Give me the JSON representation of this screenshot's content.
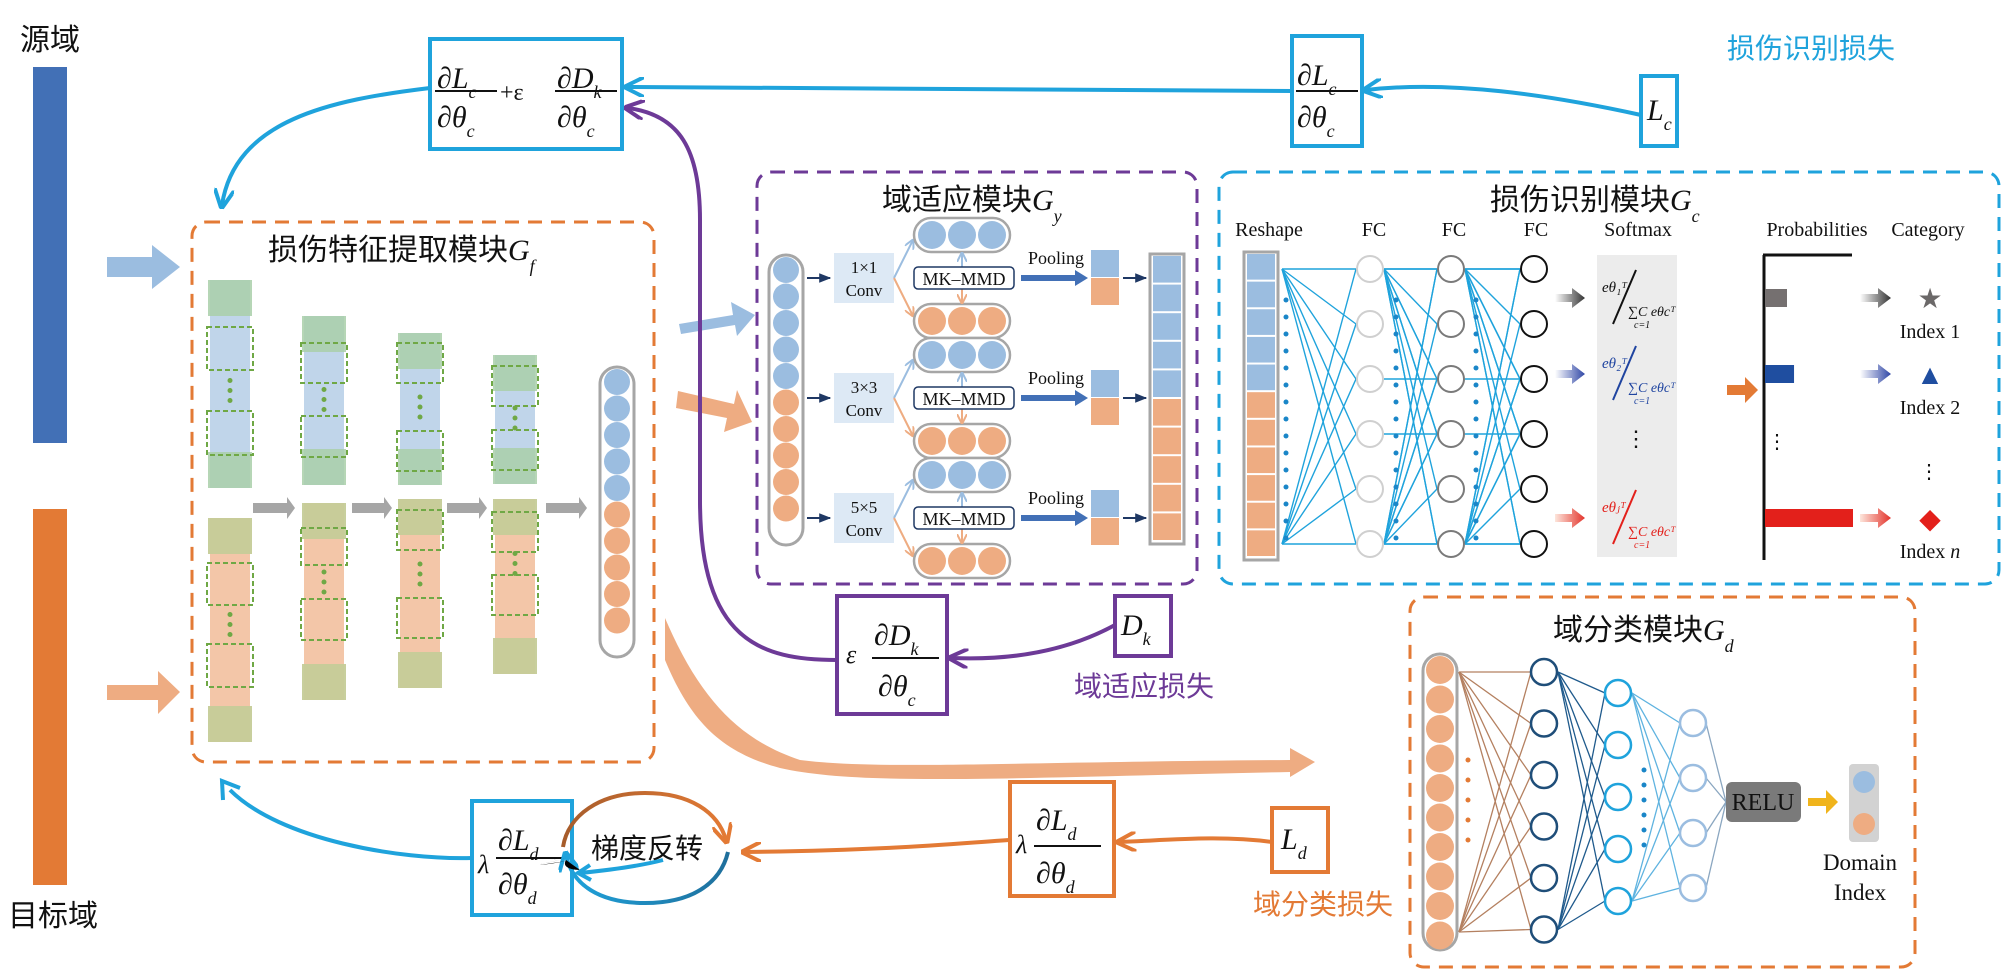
{
  "colors": {
    "source_domain": "#4270b6",
    "target_domain": "#e37a35",
    "source_light": "#9bbde0",
    "target_light": "#eeac82",
    "classify_blue": "#1fa3dc",
    "adapt_purple": "#6d3a97",
    "domain_orange": "#e37a35",
    "feature_green": "#6fa845"
  },
  "domains": {
    "source_label": "源域",
    "target_label": "目标域"
  },
  "losses": {
    "classification_loss_label": "损伤识别损失",
    "classification_loss_symbol": "L",
    "classification_loss_sub": "c",
    "adaptation_loss_label": "域适应损失",
    "adaptation_loss_symbol": "D",
    "adaptation_loss_sub": "k",
    "domain_loss_label": "域分类损失",
    "domain_loss_symbol": "L",
    "domain_loss_sub": "d"
  },
  "gradients": {
    "combined": {
      "num1": "∂L",
      "num1_sub": "c",
      "den": "∂θ",
      "den_sub": "c",
      "op": "+ε",
      "num2": "∂D",
      "num2_sub": "k"
    },
    "classify": {
      "num": "∂L",
      "num_sub": "c",
      "den": "∂θ",
      "den_sub": "c"
    },
    "adapt": {
      "coef": "ε",
      "num": "∂D",
      "num_sub": "k",
      "den": "∂θ",
      "den_sub": "c"
    },
    "domain": {
      "coef": "λ",
      "num": "∂L",
      "num_sub": "d",
      "den": "∂θ",
      "den_sub": "d"
    },
    "reversed": {
      "coef": "λ",
      "num": "∂L",
      "num_sub": "d",
      "den": "∂θ",
      "den_sub": "d"
    }
  },
  "gradient_reversal_label": "梯度反转",
  "modules": {
    "feature": {
      "title": "损伤特征提取模块",
      "symbol": "G",
      "sub": "f"
    },
    "adapt": {
      "title": "域适应模块",
      "symbol": "G",
      "sub": "y",
      "branches": [
        {
          "kernel": "1×1",
          "conv": "Conv",
          "mmd": "MK–MMD",
          "pool": "Pooling"
        },
        {
          "kernel": "3×3",
          "conv": "Conv",
          "mmd": "MK–MMD",
          "pool": "Pooling"
        },
        {
          "kernel": "5×5",
          "conv": "Conv",
          "mmd": "MK–MMD",
          "pool": "Pooling"
        }
      ]
    },
    "classify": {
      "title": "损伤识别模块",
      "symbol": "G",
      "sub": "c",
      "columns": [
        "Reshape",
        "FC",
        "FC",
        "FC",
        "Softmax",
        "Probabilities",
        "Category"
      ],
      "softmax_rows": [
        {
          "num": "e",
          "exp": "θ₁ᵀ",
          "den": "∑",
          "den_rest": "c=1",
          "den_top": "C",
          "den_tail": "e",
          "den_exp": "θcᵀ",
          "color": "#111111"
        },
        {
          "num": "e",
          "exp": "θ₂ᵀ",
          "den": "∑",
          "den_rest": "c=1",
          "den_top": "C",
          "den_tail": "e",
          "den_exp": "θcᵀ",
          "color": "#1f44a0"
        },
        {
          "num": "e",
          "exp": "θⱼᵀ",
          "den": "∑",
          "den_rest": "c=1",
          "den_top": "C",
          "den_tail": "e",
          "den_exp": "θcᵀ",
          "color": "#e3201b"
        }
      ],
      "ellipsis": "⋮",
      "probabilities": [
        {
          "value": 0.25,
          "color": "#757070"
        },
        {
          "value": 0.33,
          "color": "#1f4ea0"
        },
        {
          "value": 1.0,
          "color": "#e3201b"
        }
      ],
      "categories": [
        {
          "icon": "star-icon",
          "glyph": "★",
          "label": "Index 1",
          "color": "#6b6868"
        },
        {
          "icon": "triangle-icon",
          "glyph": "▲",
          "label": "Index 2",
          "color": "#1f4ea0"
        },
        {
          "icon": "diamond-icon",
          "glyph": "◆",
          "label": "Index ",
          "label_italic": "n",
          "color": "#e3201b"
        }
      ]
    },
    "domain": {
      "title": "域分类模块",
      "symbol": "G",
      "sub": "d",
      "relu": "RELU",
      "output_label_line1": "Domain",
      "output_label_line2": "Index"
    }
  }
}
